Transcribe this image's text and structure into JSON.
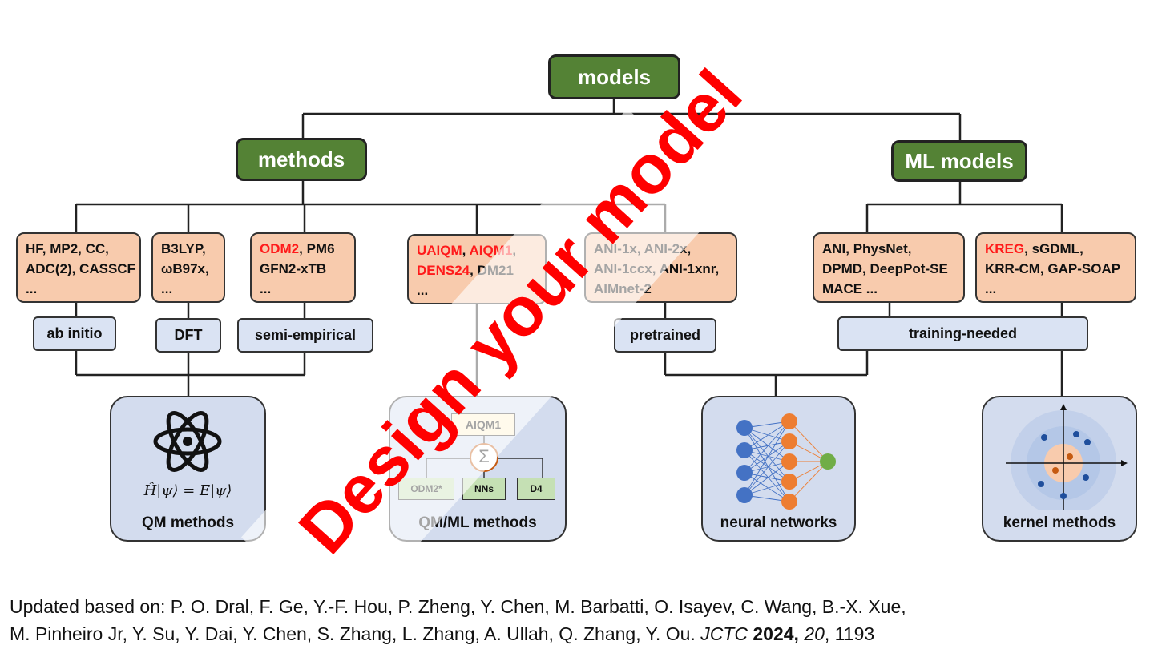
{
  "top": {
    "label": "models"
  },
  "methods": {
    "label": "methods"
  },
  "ml_models": {
    "label": "ML models"
  },
  "boxes": {
    "abinitio": {
      "lines": [
        [
          "HF, MP2, CC,"
        ],
        [
          "ADC(2), CASSCF"
        ],
        [
          "..."
        ]
      ]
    },
    "dft": {
      "lines": [
        [
          "B3LYP,"
        ],
        [
          "ωB97x,"
        ],
        [
          "..."
        ]
      ]
    },
    "semi": {
      "lines": [
        [
          {
            "t": "ODM2",
            "red": true
          },
          ", PM6"
        ],
        [
          "GFN2-xTB"
        ],
        [
          "..."
        ]
      ]
    },
    "qmml": {
      "lines": [
        [
          {
            "t": "UAIQM",
            "red": true
          },
          ", ",
          {
            "t": "AIQM1",
            "red": true
          },
          ","
        ],
        [
          {
            "t": "DENS24",
            "red": true
          },
          ", DM21"
        ],
        [
          "..."
        ]
      ]
    },
    "pretrained": {
      "lines": [
        [
          "ANI-1x, ANI-2x,"
        ],
        [
          "ANI-1ccx, ANI-1xnr,"
        ],
        [
          "AIMnet-2"
        ]
      ]
    },
    "nn": {
      "lines": [
        [
          "ANI, PhysNet,"
        ],
        [
          "DPMD, DeepPot-SE"
        ],
        [
          "MACE ..."
        ]
      ]
    },
    "kernel": {
      "lines": [
        [
          {
            "t": "KREG",
            "red": true
          },
          ", sGDML,"
        ],
        [
          "KRR-CM, GAP-SOAP"
        ],
        [
          "..."
        ]
      ]
    }
  },
  "tags": {
    "abinitio": "ab initio",
    "dft": "DFT",
    "semi": "semi-empirical",
    "pretrained": "pretrained",
    "training": "training-needed"
  },
  "panels": {
    "qm": {
      "label": "QM methods",
      "equation": "Ĥ|ψ⟩ = E|ψ⟩"
    },
    "qmml": {
      "label": "QM/ML methods",
      "top_node": "AIQM1",
      "sum_symbol": "Σ",
      "nodes": [
        "ODM2*",
        "NNs",
        "D4"
      ]
    },
    "nn": {
      "label": "neural networks"
    },
    "kernel": {
      "label": "kernel methods"
    }
  },
  "watermark": "Design your model",
  "citation": {
    "line1": "Updated based on: P. O. Dral, F. Ge, Y.-F. Hou, P. Zheng, Y. Chen, M. Barbatti, O. Isayev, C. Wang, B.-X. Xue,",
    "line2_text": "M. Pinheiro Jr, Y. Su, Y. Dai, Y. Chen, S. Zhang, L. Zhang, A. Ullah, Q. Zhang, Y. Ou. ",
    "journal": "JCTC",
    "year": "2024,",
    "volume": "20",
    "pages": ", 1193"
  },
  "colors": {
    "green": "#548235",
    "peach": "#f8cbad",
    "light_blue": "#dae3f3",
    "panel_blue": "#d3dcee",
    "highlight_red": "#ff1a1a",
    "node_blue": "#4472c4",
    "node_orange": "#ed7d31",
    "node_green": "#70ad47"
  }
}
